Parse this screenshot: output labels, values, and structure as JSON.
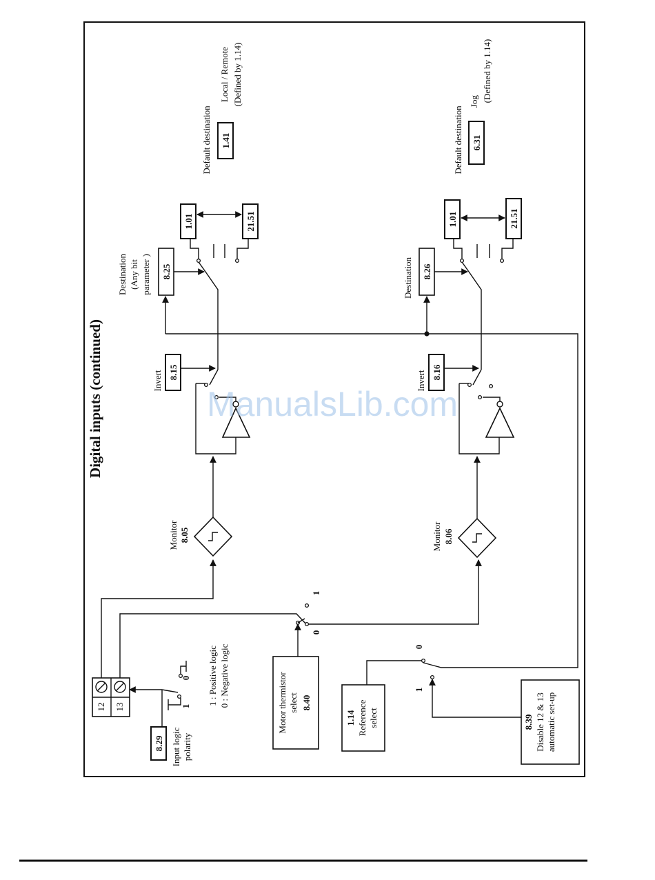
{
  "title": "Digital inputs (continued)",
  "watermark": "ManualsLib.com",
  "terminals": [
    "12",
    "13"
  ],
  "input_logic": {
    "param": "8.29",
    "label_line1": "Input logic",
    "label_line2": "polarity",
    "pos_option": "1 : Positive logic",
    "neg_option": "0 : Negative logic",
    "switch_0": "0",
    "switch_1": "1"
  },
  "thermistor": {
    "line1": "Motor thermistor",
    "line2": "select",
    "param": "8.40",
    "switch_0": "0",
    "switch_1": "1"
  },
  "reference": {
    "param": "1.14",
    "line1": "Reference",
    "line2": "select",
    "switch_0": "0",
    "switch_1": "1"
  },
  "disable": {
    "param": "8.39",
    "line1": "Disable 12 & 13",
    "line2": "automatic set-up"
  },
  "upper_path": {
    "monitor_label": "Monitor",
    "monitor_param": "8.05",
    "invert_label": "Invert",
    "invert_param": "8.15",
    "dest_line1": "Destination",
    "dest_line2": "(Any bit",
    "dest_line3": "parameter )",
    "dest_param": "8.25",
    "range_low": "1.01",
    "range_high": "21.51",
    "default_label": "Default destination",
    "default_param": "1.41",
    "default_desc1": "Local / Remote",
    "default_desc2": "(Defined by 1.14)"
  },
  "lower_path": {
    "monitor_label": "Monitor",
    "monitor_param": "8.06",
    "invert_label": "Invert",
    "invert_param": "8.16",
    "dest_line1": "Destination",
    "dest_param": "8.26",
    "range_low": "1.01",
    "range_high": "21.51",
    "default_label": "Default destination",
    "default_param": "6.31",
    "default_desc1": "Jog",
    "default_desc2": "(Defined by 1.14)"
  }
}
